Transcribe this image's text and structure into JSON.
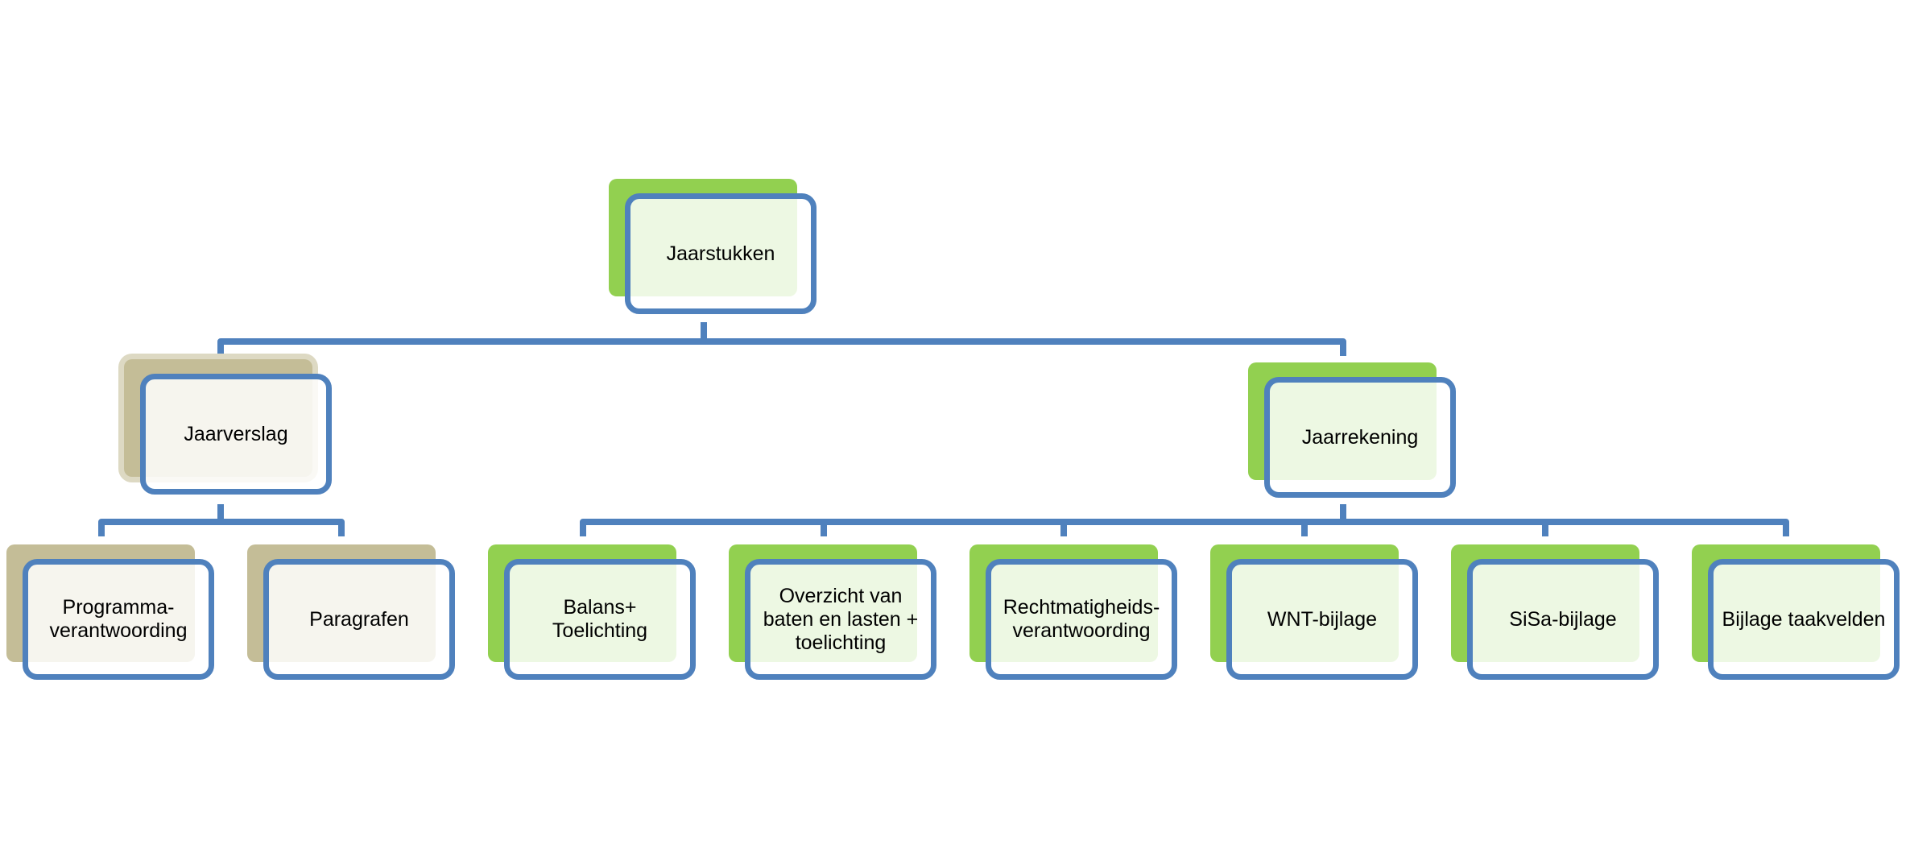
{
  "colors": {
    "connector": "#4f81bd",
    "node_border": "#4f81bd",
    "green_fill": "#92d050",
    "tan_fill": "#c4bd97"
  },
  "nodes": {
    "root": {
      "label": "Jaarstukken"
    },
    "jaarverslag": {
      "label": "Jaarverslag"
    },
    "jaarrekening": {
      "label": "Jaarrekening"
    },
    "programmaverantwoording": {
      "label": "Programma-\nverantwoording"
    },
    "paragrafen": {
      "label": "Paragrafen"
    },
    "balans": {
      "label": "Balans+ Toelichting"
    },
    "overzicht": {
      "label": "Overzicht van\nbaten en lasten +\ntoelichting"
    },
    "rechtmatigheid": {
      "label": "Rechtmatigheids-\nverantwoording"
    },
    "wnt": {
      "label": "WNT-bijlage"
    },
    "sisa": {
      "label": "SiSa-bijlage"
    },
    "taakvelden": {
      "label": "Bijlage taakvelden"
    }
  }
}
